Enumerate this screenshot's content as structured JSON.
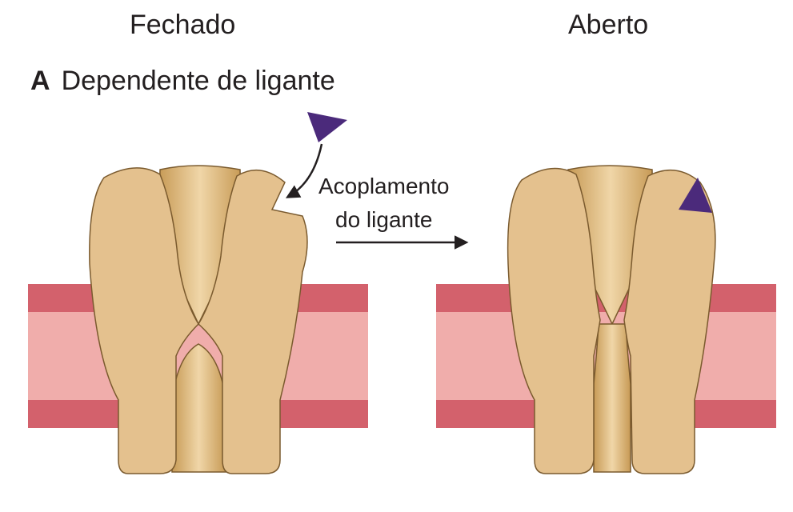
{
  "states": {
    "closed": "Fechado",
    "open": "Aberto"
  },
  "panel": {
    "letter": "A",
    "title": "Dependente de ligante"
  },
  "action": {
    "line1": "Acoplamento",
    "line2": "do ligante"
  },
  "colors": {
    "membrane_dark": "#d3616c",
    "membrane_light": "#f0adab",
    "protein": "#e4c18e",
    "protein_outline": "#7a5a2e",
    "ligand": "#4b2a7b"
  }
}
